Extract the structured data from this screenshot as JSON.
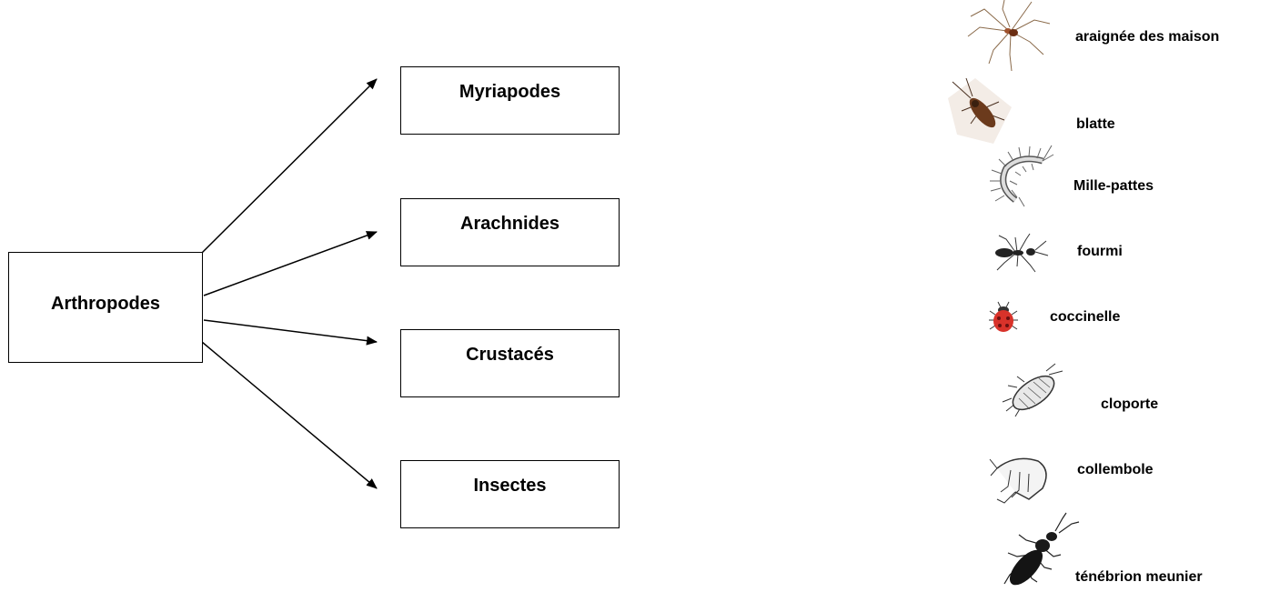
{
  "root": {
    "label": "Arthropodes"
  },
  "groups": [
    {
      "label": "Myriapodes"
    },
    {
      "label": "Arachnides"
    },
    {
      "label": "Crustacés"
    },
    {
      "label": "Insectes"
    }
  ],
  "animals": [
    {
      "label": "araignée  des maison",
      "icon": "spider-icon"
    },
    {
      "label": "blatte",
      "icon": "cockroach-icon"
    },
    {
      "label": "Mille-pattes",
      "icon": "millipede-icon"
    },
    {
      "label": "fourmi",
      "icon": "ant-icon"
    },
    {
      "label": "coccinelle",
      "icon": "ladybug-icon"
    },
    {
      "label": "cloporte",
      "icon": "woodlouse-icon"
    },
    {
      "label": "collembole",
      "icon": "springtail-icon"
    },
    {
      "label": "ténébrion meunier",
      "icon": "mealworm-beetle-icon"
    }
  ]
}
